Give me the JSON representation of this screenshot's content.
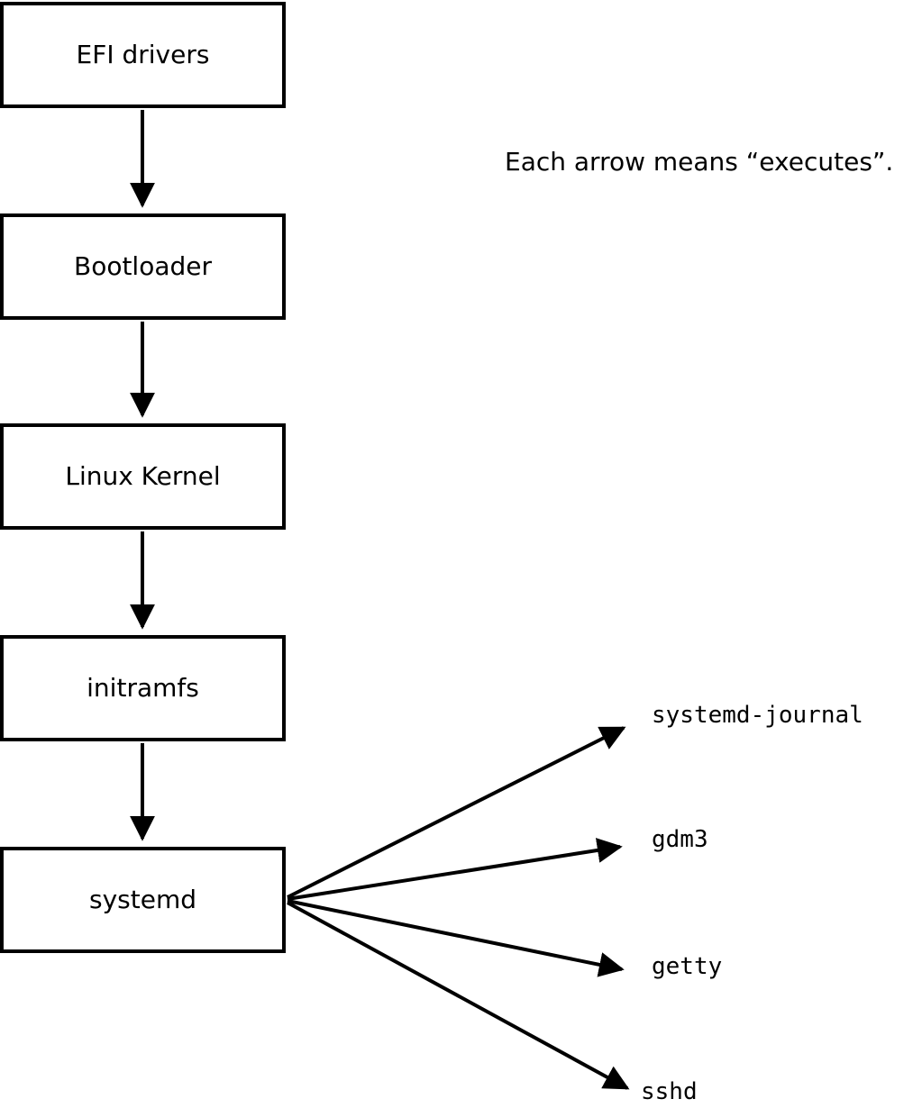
{
  "diagram": {
    "annotation": "Each arrow means “executes”.",
    "boxes": [
      {
        "label": "EFI drivers"
      },
      {
        "label": "Bootloader"
      },
      {
        "label": "Linux Kernel"
      },
      {
        "label": "initramfs"
      },
      {
        "label": "systemd"
      }
    ],
    "targets": [
      {
        "label": "systemd-journal"
      },
      {
        "label": "gdm3"
      },
      {
        "label": "getty"
      },
      {
        "label": "sshd"
      }
    ],
    "colors": {
      "background": "#ffffff",
      "box_fill": "#ffffff",
      "box_border": "#000000",
      "arrow": "#000000",
      "text": "#000000"
    },
    "arrow_meaning": "executes"
  }
}
